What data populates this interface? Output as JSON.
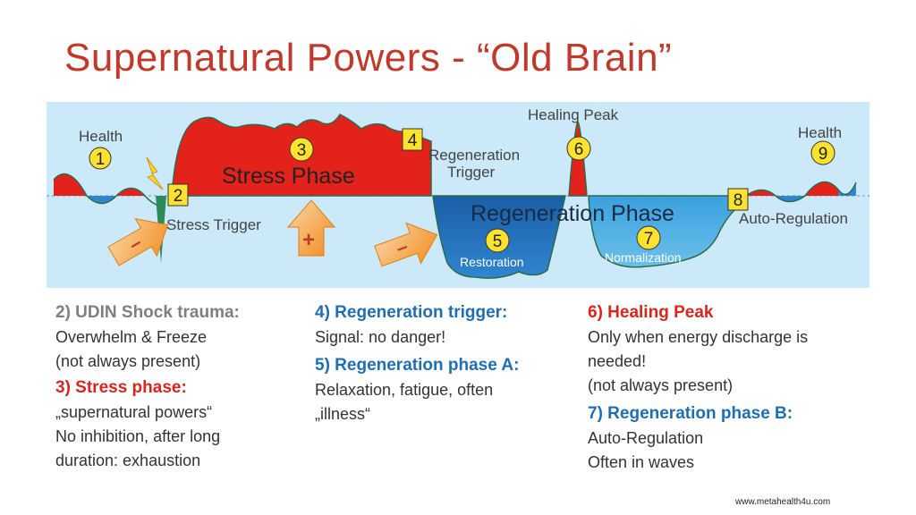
{
  "title": "Supernatural Powers - “Old Brain”",
  "diagram": {
    "labels": {
      "health_left": "Health",
      "stress_trigger": "Stress Trigger",
      "stress_phase": "Stress Phase",
      "regeneration_trigger_line1": "Regeneration",
      "regeneration_trigger_line2": "Trigger",
      "healing_peak": "Healing Peak",
      "regeneration_phase": "Regeneration Phase",
      "restoration": "Restoration",
      "normalization": "Normalization",
      "auto_regulation": "Auto-Regulation",
      "health_right": "Health"
    },
    "markers": {
      "m1": "1",
      "m2": "2",
      "m3": "3",
      "m4": "4",
      "m5": "5",
      "m6": "6",
      "m7": "7",
      "m8": "8",
      "m9": "9"
    },
    "arrow_signs": {
      "minus": "–",
      "plus": "+"
    },
    "colors": {
      "stress_red": "#e3231b",
      "regeneration_dark_blue": "#1f66ae",
      "regeneration_light_blue": "#3a9fdc",
      "background_light_blue": "#cbe9f8",
      "marker_yellow": "#ffe22e",
      "arrow_orange": "#f49a2a"
    }
  },
  "columns": {
    "left": {
      "h1": "2) UDIN Shock trauma:",
      "l1": "Overwhelm & Freeze",
      "l2": "(not always present)",
      "h2": "3) Stress phase:",
      "l3": "„supernatural powers“",
      "l4": "No inhibition, after long",
      "l5": "duration: exhaustion"
    },
    "middle": {
      "h1": "4) Regeneration trigger:",
      "l1": "Signal: no danger!",
      "h2": "5) Regeneration phase A:",
      "l2": "Relaxation, fatigue, often",
      "l3": "„illness“"
    },
    "right": {
      "h1": "6) Healing Peak",
      "l1": "Only when energy discharge is",
      "l2": "needed!",
      "l3": "(not always present)",
      "h2": "7) Regeneration phase B:",
      "l4": "Auto-Regulation",
      "l5": "Often in waves"
    }
  },
  "footer": "www.metahealth4u.com"
}
